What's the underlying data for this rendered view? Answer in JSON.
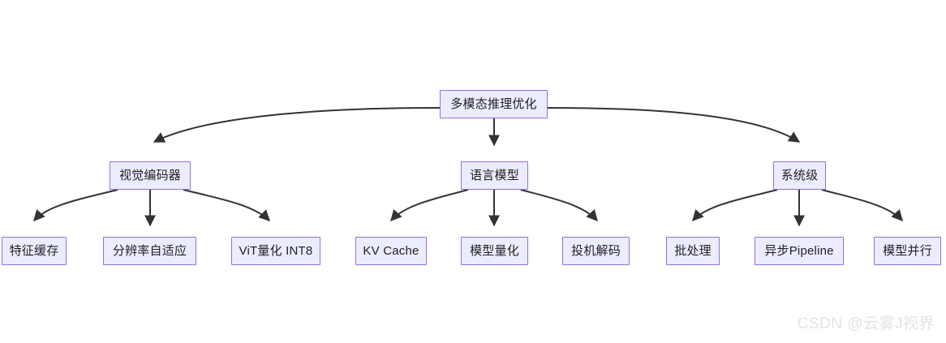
{
  "diagram": {
    "type": "tree-flowchart",
    "orientation": "top-down",
    "background_color": "#ffffff",
    "node_fill_color": "#ECECFF",
    "node_border_color": "#9370DB",
    "edge_color": "#333333",
    "text_color": "#1f1f22",
    "root": {
      "id": "root",
      "label": "多模态推理优化"
    },
    "branches": [
      {
        "id": "vision-encoder",
        "label": "视觉编码器",
        "children": [
          {
            "id": "feature-cache",
            "label": "特征缓存"
          },
          {
            "id": "resolution-adaptive",
            "label": "分辨率自适应"
          },
          {
            "id": "vit-quant-int8",
            "label": "ViT量化 INT8"
          }
        ]
      },
      {
        "id": "language-model",
        "label": "语言模型",
        "children": [
          {
            "id": "kv-cache",
            "label": "KV Cache"
          },
          {
            "id": "model-quantization",
            "label": "模型量化"
          },
          {
            "id": "speculative-decoding",
            "label": "投机解码"
          }
        ]
      },
      {
        "id": "system-level",
        "label": "系统级",
        "children": [
          {
            "id": "batching",
            "label": "批处理"
          },
          {
            "id": "async-pipeline",
            "label": "异步Pipeline"
          },
          {
            "id": "model-parallel",
            "label": "模型并行"
          }
        ]
      }
    ]
  },
  "watermark": {
    "text": "CSDN @云雾J视界"
  }
}
